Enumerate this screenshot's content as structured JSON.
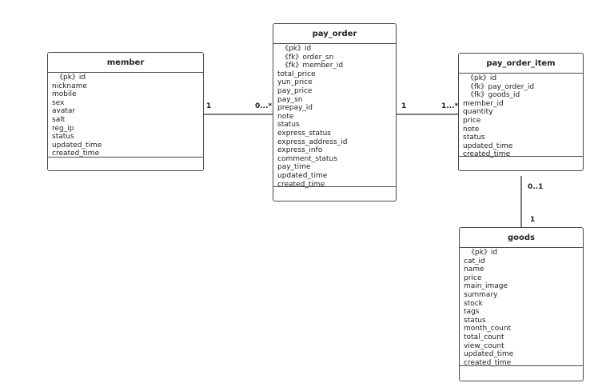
{
  "entities": {
    "member": {
      "name": "member",
      "attributes": [
        "《pk》id",
        "nickname",
        "mobile",
        "sex",
        "avatar",
        "salt",
        "reg_ip",
        "status",
        "updated_time",
        "created_time"
      ]
    },
    "pay_order": {
      "name": "pay_order",
      "attributes": [
        "《pk》id",
        "《fk》order_sn",
        "《fk》member_id",
        "total_price",
        "yun_price",
        "pay_price",
        "pay_sn",
        "prepay_id",
        "note",
        "status",
        "express_status",
        "express_address_id",
        "express_info",
        "comment_status",
        "pay_time",
        "updated_time",
        "created_time"
      ]
    },
    "pay_order_item": {
      "name": "pay_order_item",
      "attributes": [
        "《pk》id",
        "《fk》pay_order_id",
        "《fk》goods_id",
        "member_id",
        "quantity",
        "price",
        "note",
        "status",
        "updated_time",
        "created_time"
      ]
    },
    "goods": {
      "name": "goods",
      "attributes": [
        "《pk》id",
        "cat_id",
        "name",
        "price",
        "main_image",
        "summary",
        "stock",
        "tags",
        "status",
        "month_count",
        "total_count",
        "view_count",
        "updated_time",
        "created_time"
      ]
    }
  },
  "relationships": {
    "member_pay_order": {
      "left": "1",
      "right": "0...*"
    },
    "pay_order_item": {
      "left": "1",
      "right": "1...*"
    },
    "item_goods": {
      "top": "0..1",
      "bottom": "1"
    }
  }
}
